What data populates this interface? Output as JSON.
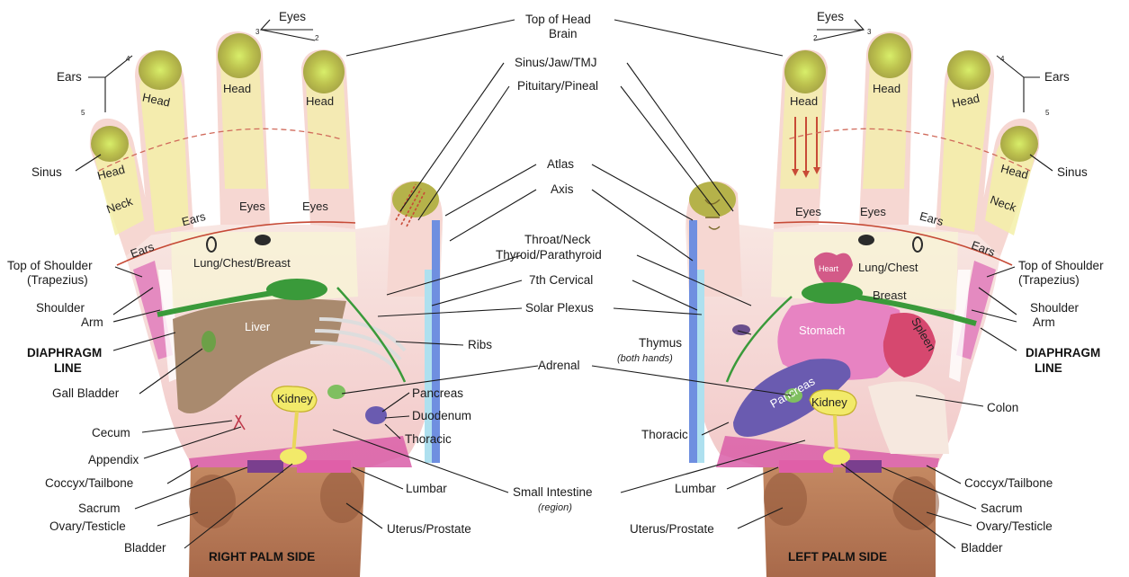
{
  "center_labels": {
    "top_head": "Top of Head",
    "brain": "Brain",
    "sinus_jaw_tmj": "Sinus/Jaw/TMJ",
    "pituitary": "Pituitary/Pineal",
    "atlas": "Atlas",
    "axis": "Axis",
    "throat_neck": "Throat/Neck",
    "thyroid": "Thyroid/Parathyroid",
    "seventh_cervical": "7th Cervical",
    "solar_plexus": "Solar Plexus",
    "adrenal": "Adrenal",
    "small_intestine": "Small Intestine",
    "region": "(region)"
  },
  "right_hand": {
    "caption": "RIGHT PALM SIDE",
    "eyes": "Eyes",
    "ears": "Ears",
    "sinus": "Sinus",
    "top_of_shoulder": "Top of Shoulder",
    "trapezius": "(Trapezius)",
    "shoulder": "Shoulder",
    "arm": "Arm",
    "diaphragm": "DIAPHRAGM",
    "line": "LINE",
    "gall_bladder": "Gall Bladder",
    "cecum": "Cecum",
    "appendix": "Appendix",
    "coccyx": "Coccyx/Tailbone",
    "sacrum": "Sacrum",
    "ovary": "Ovary/Testicle",
    "bladder": "Bladder",
    "ribs": "Ribs",
    "pancreas": "Pancreas",
    "duodenum": "Duodenum",
    "thoracic": "Thoracic",
    "lumbar": "Lumbar",
    "uterus": "Uterus/Prostate",
    "in_head": "Head",
    "in_neck": "Neck",
    "in_ears": "Ears",
    "in_eyes": "Eyes",
    "in_lung": "Lung/Chest/Breast",
    "in_liver": "Liver",
    "in_kidney": "Kidney",
    "num2": "2",
    "num3": "3",
    "num4": "4",
    "num5": "5"
  },
  "left_hand": {
    "caption": "LEFT PALM SIDE",
    "eyes": "Eyes",
    "ears": "Ears",
    "sinus": "Sinus",
    "top_of_shoulder": "Top of Shoulder",
    "trapezius": "(Trapezius)",
    "shoulder": "Shoulder",
    "arm": "Arm",
    "diaphragm": "DIAPHRAGM",
    "line": "LINE",
    "thymus": "Thymus",
    "both_hands": "(both hands)",
    "colon": "Colon",
    "thoracic": "Thoracic",
    "lumbar": "Lumbar",
    "uterus": "Uterus/Prostate",
    "coccyx": "Coccyx/Tailbone",
    "sacrum": "Sacrum",
    "ovary": "Ovary/Testicle",
    "bladder": "Bladder",
    "in_head": "Head",
    "in_neck": "Neck",
    "in_ears": "Ears",
    "in_eyes": "Eyes",
    "in_heart": "Heart",
    "in_lung": "Lung/Chest",
    "in_breast": "Breast",
    "in_stomach": "Stomach",
    "in_spleen": "Spleen",
    "in_pancreas": "Pancreas",
    "in_kidney": "Kidney",
    "num2": "2",
    "num3": "3",
    "num4": "4",
    "num5": "5"
  },
  "colors": {
    "skin": "#f6d7d2",
    "finger_tip": "#c9c34a",
    "head_zone": "#f3f0a8",
    "diaphragm": "#3a9a3a",
    "spine_pink": "#e060b0",
    "spine_blue": "#6f8fe0",
    "wrist": "#b57755"
  }
}
